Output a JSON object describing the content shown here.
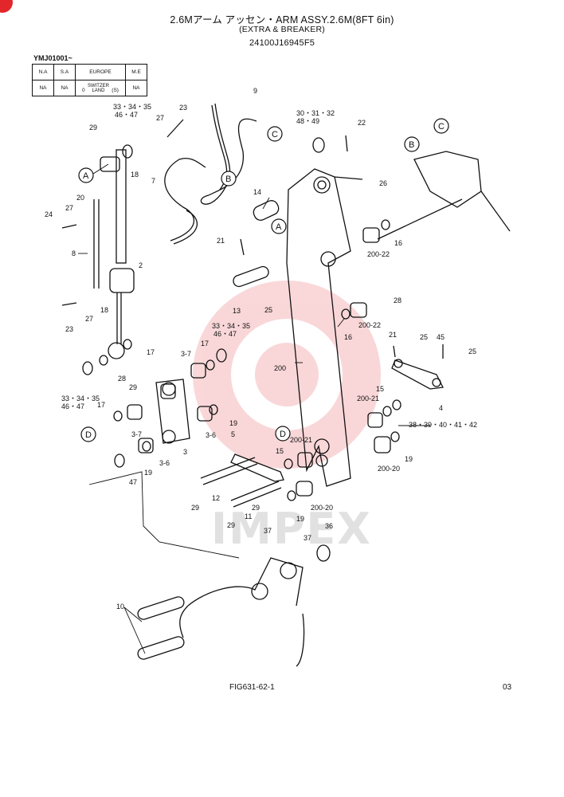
{
  "header": {
    "title_line1": "2.6Mアーム アッセン・ARM ASSY.2.6M(8FT 6in)",
    "title_line2": "(EXTRA & BREAKER)",
    "part_code": "24100J16945F5"
  },
  "serial_range": "YMJ01001~",
  "region_table": {
    "headers": [
      "N.A",
      "S.A",
      "EUROPE",
      "M.E"
    ],
    "values": [
      "NA",
      "NA",
      "0",
      "SWITZER LAND",
      "(S)",
      "NA"
    ]
  },
  "callouts": [
    "A",
    "B",
    "C",
    "A",
    "B",
    "C",
    "D",
    "D"
  ],
  "part_labels": [
    "9",
    "33・34・35",
    "46・47",
    "23",
    "27",
    "29",
    "18",
    "7",
    "A",
    "20",
    "24",
    "27",
    "8",
    "2",
    "18",
    "23",
    "27",
    "14",
    "21",
    "13",
    "25",
    "30・31・32",
    "48・49",
    "22",
    "26",
    "16",
    "200-22",
    "28",
    "200-22",
    "16",
    "200",
    "17",
    "28",
    "29",
    "33・34・35",
    "46・47",
    "17",
    "3-7",
    "17",
    "33・34・35",
    "46・47",
    "3-7",
    "3",
    "3-6",
    "19",
    "3-6",
    "19",
    "47",
    "21",
    "25",
    "45",
    "25",
    "4",
    "15",
    "200-21",
    "38・39・40・41・42",
    "5",
    "15",
    "200-21",
    "200-20",
    "19",
    "29",
    "12",
    "29",
    "11",
    "29",
    "19",
    "200-20",
    "37",
    "36",
    "37",
    "10"
  ],
  "watermark_text": "IMPEX",
  "footer": {
    "figure": "FIG631-62-1",
    "page": "03"
  },
  "colors": {
    "line": "#111111",
    "watermark": "#e3262b"
  }
}
